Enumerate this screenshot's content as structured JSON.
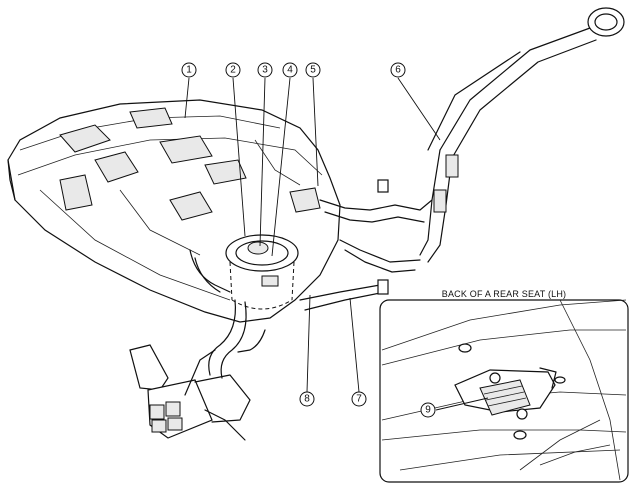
{
  "callouts": [
    {
      "id": "1",
      "label": "①"
    },
    {
      "id": "2",
      "label": "②"
    },
    {
      "id": "3",
      "label": "③"
    },
    {
      "id": "4",
      "label": "④"
    },
    {
      "id": "5",
      "label": "⑤"
    },
    {
      "id": "6",
      "label": "⑥"
    },
    {
      "id": "7",
      "label": "⑦"
    },
    {
      "id": "8",
      "label": "⑧"
    },
    {
      "id": "9",
      "label": "⑨"
    }
  ],
  "inset": {
    "title": "BACK OF A REAR SEAT (LH)"
  }
}
